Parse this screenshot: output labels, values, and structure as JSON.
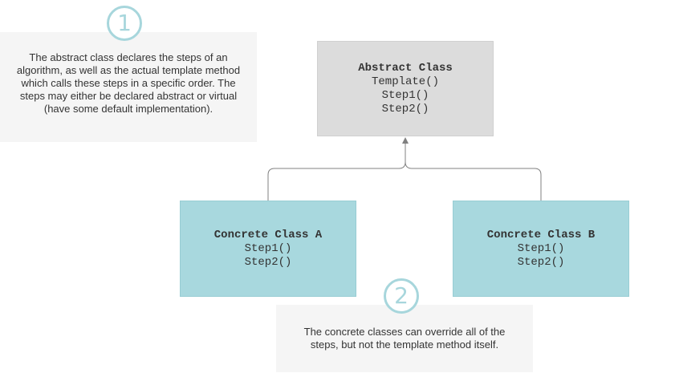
{
  "notes": {
    "note1": {
      "badge": "1",
      "text": "The abstract class declares the steps of an algorithm, as well as the actual template method which calls these steps in a specific order. The steps may either be declared abstract or virtual (have some default implementation)."
    },
    "note2": {
      "badge": "2",
      "text": "The concrete classes can override all of the steps, but not the template method itself."
    }
  },
  "classes": {
    "abstract": {
      "title": "Abstract Class",
      "methods": [
        "Template()",
        "Step1()",
        "Step2()"
      ]
    },
    "concrete_a": {
      "title": "Concrete Class A",
      "methods": [
        "Step1()",
        "Step2()"
      ]
    },
    "concrete_b": {
      "title": "Concrete Class B",
      "methods": [
        "Step1()",
        "Step2()"
      ]
    }
  },
  "colors": {
    "abstract_fill": "#dcdcdc",
    "concrete_fill": "#a8d8de",
    "note_fill": "#f5f5f5",
    "badge_accent": "#a7d6dc",
    "connector": "#808080"
  }
}
